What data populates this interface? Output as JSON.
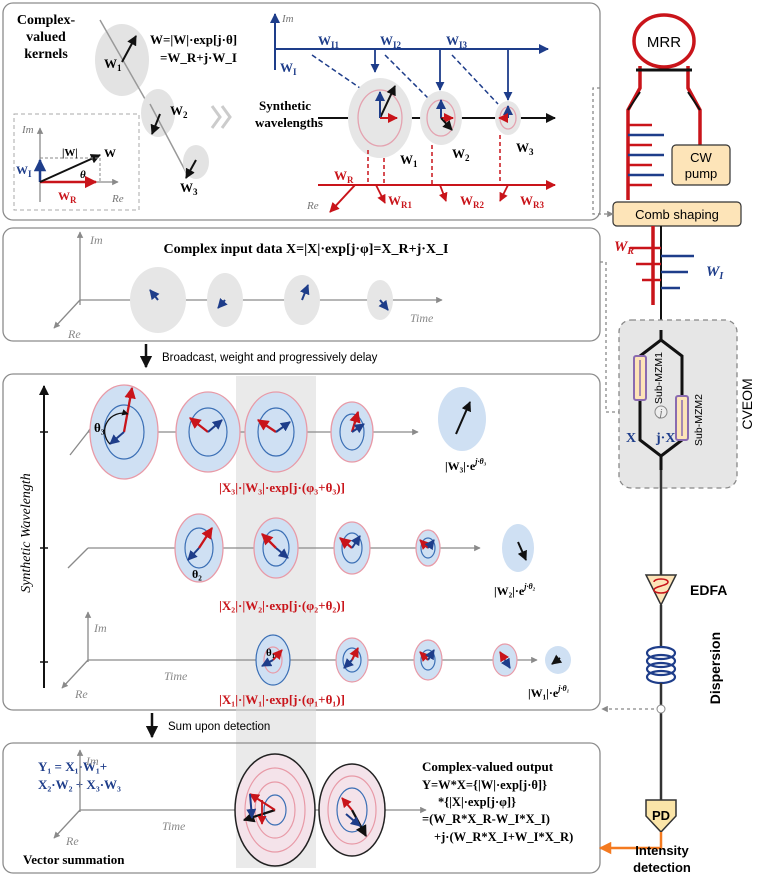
{
  "panel1": {
    "label_line1": "Complex-",
    "label_line2": "valued",
    "label_line3": "kernels",
    "w1": "W",
    "w1_sub": "1",
    "w2": "W",
    "w2_sub": "2",
    "w3": "W",
    "w3_sub": "3",
    "formula_line1": "W=|W|·exp[j·θ]",
    "formula_line2": "=W_R+j·W_I",
    "inset": {
      "im": "Im",
      "re": "Re",
      "abs_w": "|W|",
      "w": "W",
      "theta": "θ",
      "w_i": "W",
      "w_i_sub": "I",
      "w_r": "W",
      "w_r_sub": "R"
    },
    "synthetic_line1": "Synthetic",
    "synthetic_line2": "wavelengths",
    "im": "Im",
    "re": "Re",
    "w_i_axis": "W",
    "w_i_axis_sub": "I",
    "w_r_axis": "W",
    "w_r_axis_sub": "R",
    "w_i_labels": [
      {
        "base": "W",
        "sub": "I1"
      },
      {
        "base": "W",
        "sub": "I2"
      },
      {
        "base": "W",
        "sub": "I3"
      }
    ],
    "w_r_labels": [
      {
        "base": "W",
        "sub": "R1"
      },
      {
        "base": "W",
        "sub": "R2"
      },
      {
        "base": "W",
        "sub": "R3"
      }
    ],
    "w_circle_labels": [
      {
        "base": "W",
        "sub": "1"
      },
      {
        "base": "W",
        "sub": "2"
      },
      {
        "base": "W",
        "sub": "3"
      }
    ]
  },
  "panel2": {
    "title": "Complex input data X=|X|·exp[j·φ]=X_R+j·X_I",
    "im": "Im",
    "re": "Re",
    "time": "Time"
  },
  "arrow1_label": "Broadcast, weight and progressively delay",
  "panel3": {
    "y_axis_label": "Synthetic Wavelength",
    "im": "Im",
    "re": "Re",
    "time": "Time",
    "row3_formula": "|X₃|·|W₃|·exp[j·(φ₃+θ₃)]",
    "row2_formula": "|X₂|·|W₂|·exp[j·(φ₂+θ₂)]",
    "row1_formula": "|X₁|·|W₁|·exp[j·(φ₁+θ₁)]",
    "theta3": "θ₃",
    "theta2": "θ₂",
    "theta1": "θ₁",
    "w3_exp": "|W₃|·e",
    "w3_pow": "j·θ₃",
    "w2_exp": "|W₂|·e",
    "w2_pow": "j·θ₂",
    "w1_exp": "|W₁|·e",
    "w1_pow": "j·θ₁"
  },
  "arrow2_label": "Sum upon detection",
  "panel4": {
    "y1_line1": "Y₁ = X₁·W₁+",
    "y1_line2": "X₂·W₂ + X₃·W₃",
    "im": "Im",
    "re": "Re",
    "time": "Time",
    "vector_summation": "Vector summation",
    "output_title": "Complex-valued output",
    "output_line1": "Y=W*X={|W|·exp[j·θ]}",
    "output_line2": "*{|X|·exp[j·φ]}",
    "output_line3": "=(W_R*X_R-W_I*X_I)",
    "output_line4": "+j·(W_R*X_I+W_I*X_R)"
  },
  "hardware": {
    "mrr": "MRR",
    "cw_pump_line1": "CW",
    "cw_pump_line2": "pump",
    "comb_shaping": "Comb shaping",
    "w_r": "W",
    "w_r_sub": "R",
    "w_i": "W",
    "w_i_sub": "I",
    "sub_mzm1": "Sub-MZM1",
    "sub_mzm2": "Sub-MZM2",
    "cveom": "CVEOM",
    "x": "X",
    "jx": "j·X",
    "j_symbol": "j",
    "edfa": "EDFA",
    "dispersion": "Dispersion",
    "pd": "PD",
    "intensity_line1": "Intensity",
    "intensity_line2": "detection"
  },
  "colors": {
    "red": "#c9141a",
    "blue": "#1e3d8a",
    "gray": "#8a8a8a",
    "circle_fill": "#dbe6f3",
    "panel_border": "#8c8c8c",
    "orange": "#f47a20",
    "comb_fill": "#fde4b8",
    "pd_fill": "#fbe5a8"
  }
}
